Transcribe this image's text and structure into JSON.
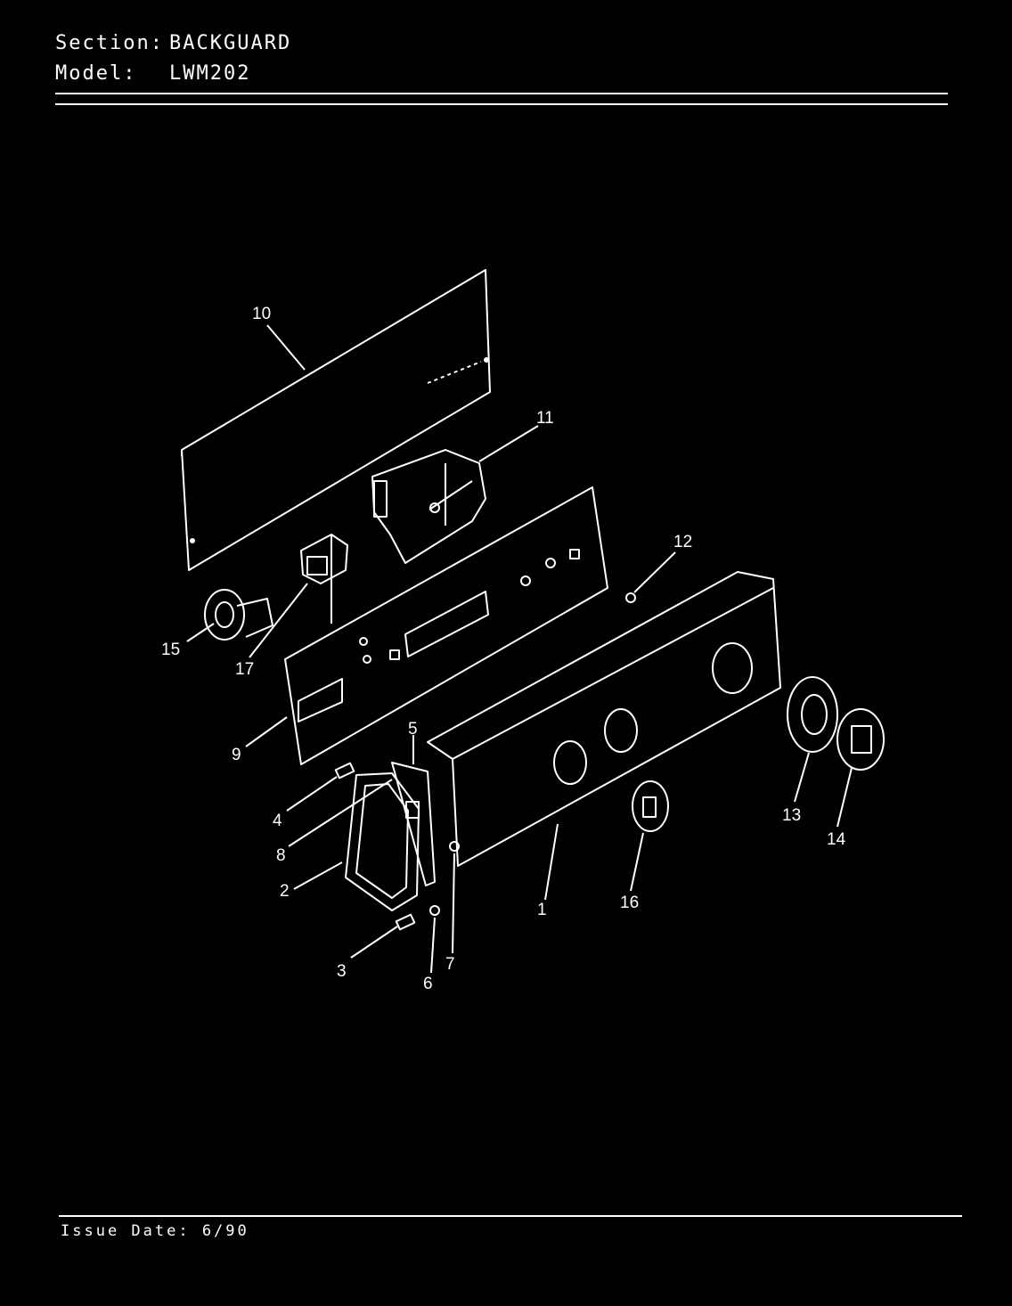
{
  "header": {
    "section_label": "Section:",
    "section_value": "BACKGUARD",
    "model_label": "Model:",
    "model_value": "LWM202"
  },
  "footer": {
    "issue_date": "Issue Date: 6/90"
  },
  "callouts": [
    "1",
    "2",
    "3",
    "4",
    "5",
    "6",
    "7",
    "8",
    "9",
    "10",
    "11",
    "12",
    "13",
    "14",
    "15",
    "16",
    "17"
  ]
}
